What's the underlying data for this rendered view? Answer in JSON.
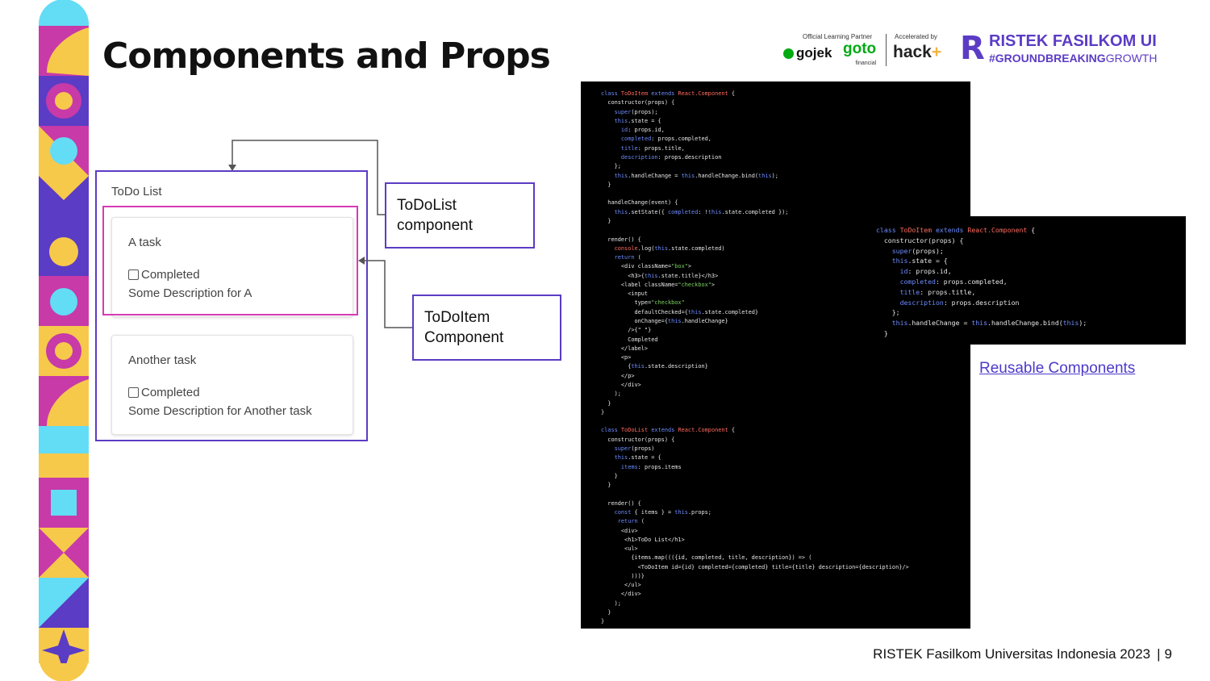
{
  "slide": {
    "title": "Components and Props"
  },
  "header": {
    "partner_label": "Official Learning Partner",
    "gojek": "gojek",
    "goto": "goto",
    "goto_sub": "financial",
    "accelerated_label": "Accelerated by",
    "hack": "hack",
    "hack_plus": "+",
    "ristek_name": "RISTEK FASILKOM UI",
    "tagline_bold": "#GROUNDBREAKING",
    "tagline_rest": "GROWTH"
  },
  "todo": {
    "heading": "ToDo List",
    "items": [
      {
        "title": "A task",
        "checkbox_label": "Completed",
        "description": "Some Description for A"
      },
      {
        "title": "Another task",
        "checkbox_label": "Completed",
        "description": "Some Description for Another task"
      }
    ]
  },
  "callouts": {
    "todolist_line1": "ToDoList",
    "todolist_line2": "component",
    "todoitem_line1": "ToDoItem",
    "todoitem_line2": "Component"
  },
  "links": {
    "reusable": "Reusable Components"
  },
  "footer": {
    "text": "RISTEK Fasilkom Universitas Indonesia 2023",
    "separator": "|",
    "page": "9"
  },
  "colors": {
    "accent_purple": "#5b3cc4",
    "accent_magenta": "#d63bb5",
    "deco_cyan": "#63dcf6",
    "deco_yellow": "#f7c94a",
    "code_bg": "#000000"
  }
}
